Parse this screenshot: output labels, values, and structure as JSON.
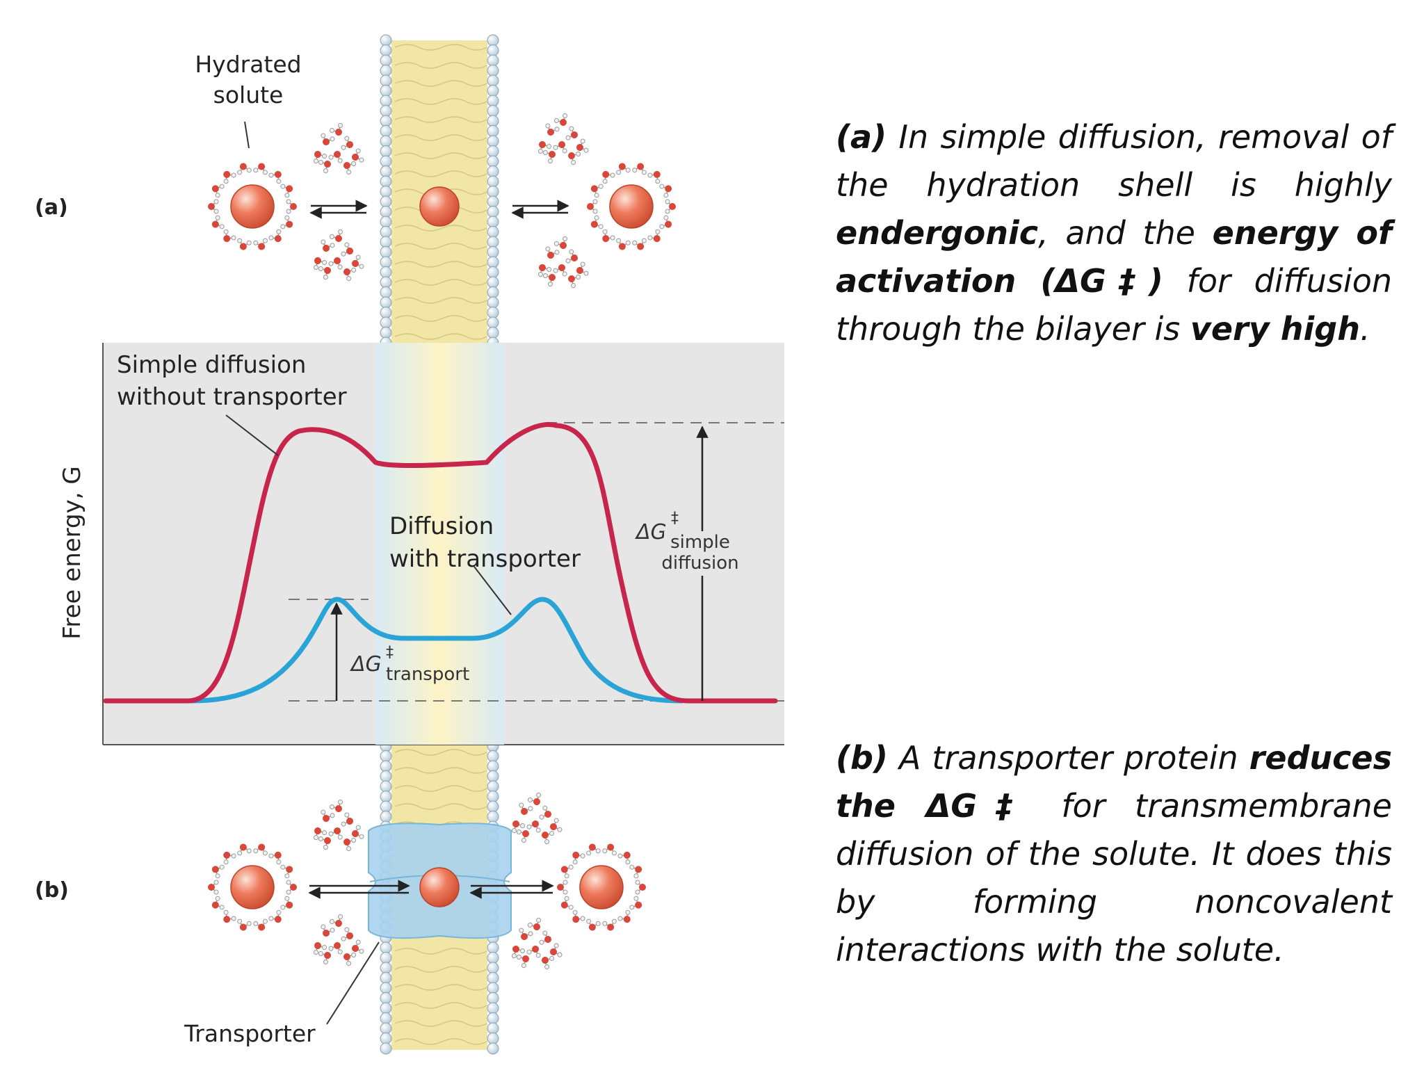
{
  "figure": {
    "label_a": "(a)",
    "label_b": "(b)",
    "hydrated_solute": [
      "Hydrated",
      "solute"
    ],
    "transporter": "Transporter",
    "colors": {
      "bilayer_core": "#f1e6a6",
      "head_group": "#d3e2ec",
      "solute": "#e96a4c",
      "transporter": "#a7d2ee",
      "simple_curve": "#c8254d",
      "transport_curve": "#2aa3d6",
      "panel_bg": "#e6e6e6"
    }
  },
  "chart_data": {
    "type": "line",
    "title": "",
    "xlabel": "",
    "ylabel": "Free energy, G",
    "grid": false,
    "series": [
      {
        "name": "Simple diffusion without transporter",
        "values": "high double-peaked barrier"
      },
      {
        "name": "Diffusion with transporter",
        "values": "low double-peaked barrier"
      }
    ],
    "labels": {
      "simple": [
        "Simple diffusion",
        "without transporter"
      ],
      "transport": [
        "Diffusion",
        "with transporter"
      ],
      "dg_simple_main": "ΔG",
      "dg_simple_sup": "‡",
      "dg_simple_sub": [
        "simple",
        "diffusion"
      ],
      "dg_transport_main": "ΔG",
      "dg_transport_sup": "‡",
      "dg_transport_sub": "transport"
    }
  },
  "captions": {
    "a": [
      {
        "t": "(a)",
        "b": true
      },
      {
        "t": " In simple diffusion, removal of the hydration shell is highly ",
        "b": false
      },
      {
        "t": "endergonic",
        "b": true
      },
      {
        "t": ", and the ",
        "b": false
      },
      {
        "t": "energy of activation (ΔG‡)",
        "b": true
      },
      {
        "t": " for diffusion through the bilayer is ",
        "b": false
      },
      {
        "t": "very high",
        "b": true
      },
      {
        "t": ".",
        "b": false
      }
    ],
    "b": [
      {
        "t": "(b)",
        "b": true
      },
      {
        "t": " A transporter protein ",
        "b": false
      },
      {
        "t": "reduces the ΔG‡",
        "b": true
      },
      {
        "t": " for transmembrane diffusion of the solute. It does this by forming noncovalent interactions with the solute.",
        "b": false
      }
    ]
  }
}
